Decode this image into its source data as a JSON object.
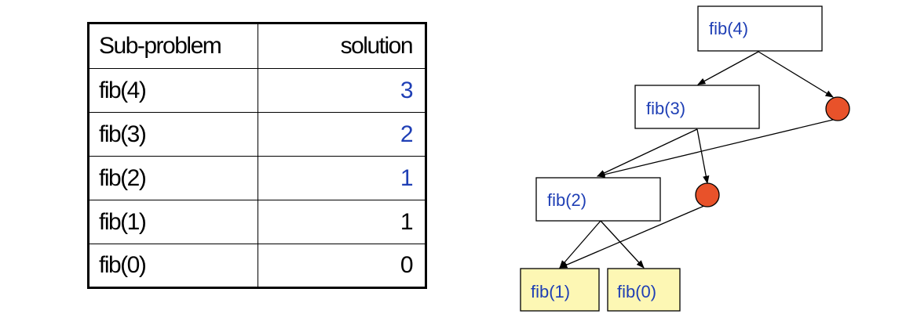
{
  "table": {
    "header": {
      "subproblem": "Sub-problem",
      "solution": "solution"
    },
    "rows": [
      {
        "subproblem": "fib(4)",
        "solution": "3",
        "highlight": true
      },
      {
        "subproblem": "fib(3)",
        "solution": "2",
        "highlight": true
      },
      {
        "subproblem": "fib(2)",
        "solution": "1",
        "highlight": true
      },
      {
        "subproblem": "fib(1)",
        "solution": "1",
        "highlight": false
      },
      {
        "subproblem": "fib(0)",
        "solution": "0",
        "highlight": false
      }
    ]
  },
  "tree": {
    "nodes": {
      "fib4": "fib(4)",
      "fib3": "fib(3)",
      "fib2": "fib(2)",
      "fib1": "fib(1)",
      "fib0": "fib(0)"
    },
    "colors": {
      "label": "#1f3fb5",
      "leaf_fill": "#fdf7b4",
      "node_fill": "#ffffff",
      "memo_dot": "#e8522a",
      "edge": "#000000"
    }
  }
}
